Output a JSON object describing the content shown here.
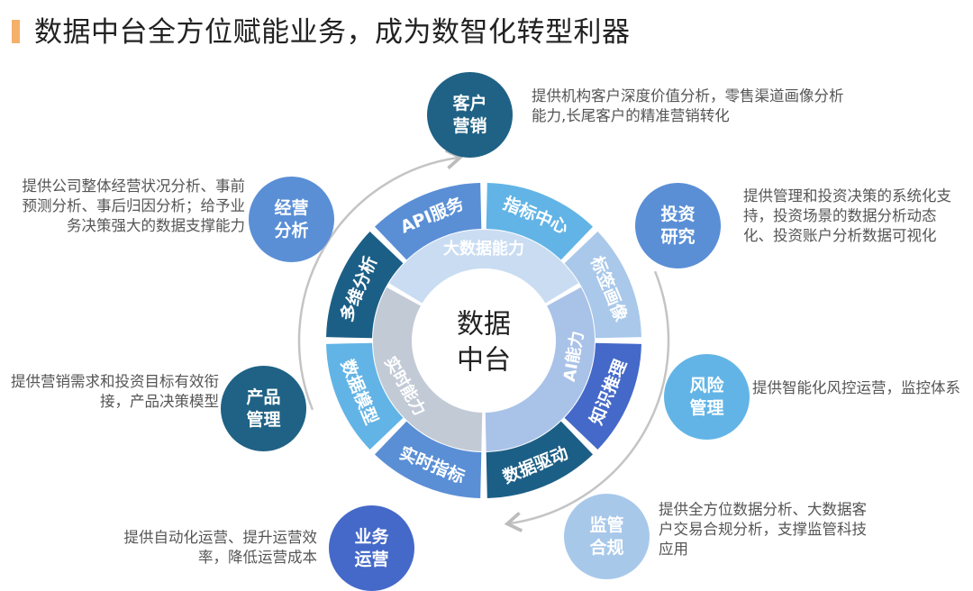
{
  "title": "数据中台全方位赋能业务，成为数智化转型利器",
  "center_label": "数据中台",
  "inner_ring": [
    {
      "label": "大数据能力",
      "color": "#c9dcf2"
    },
    {
      "label": "AI能力",
      "color": "#a9c2e8"
    },
    {
      "label": "实时能力",
      "color": "#c2cad6"
    }
  ],
  "outer_ring": [
    {
      "label": "API服务",
      "color": "#5a8fd6"
    },
    {
      "label": "指标中心",
      "color": "#62b4e6"
    },
    {
      "label": "标签画像",
      "color": "#a9c8ea"
    },
    {
      "label": "知识推理",
      "color": "#4569c9"
    },
    {
      "label": "数据驱动",
      "color": "#1c5f86"
    },
    {
      "label": "实时指标",
      "color": "#5a8fd6"
    },
    {
      "label": "数据模型",
      "color": "#62b4e6"
    },
    {
      "label": "多维分析",
      "color": "#1c5f86"
    }
  ],
  "nodes": [
    {
      "id": "customer",
      "label": "客户营销",
      "color": "#1f6285",
      "desc": "提供机构客户深度价值分析，零售渠道画像分析能力,长尾客户的精准营销转化"
    },
    {
      "id": "invest",
      "label": "投资研究",
      "color": "#5a8fd6",
      "desc": "提供管理和投资决策的系统化支持，投资场景的数据分析动态化、投资账户分析数据可视化"
    },
    {
      "id": "risk",
      "label": "风险管理",
      "color": "#62b4e6",
      "desc": "提供智能化风控运营，监控体系"
    },
    {
      "id": "compliance",
      "label": "监管合规",
      "color": "#a8c8ea",
      "desc": "提供全方位数据分析、大数据客户交易合规分析，支撑监管科技应用"
    },
    {
      "id": "operation",
      "label": "业务运营",
      "color": "#4569c9",
      "desc": "提供自动化运营、提升运营效率，降低运营成本"
    },
    {
      "id": "product",
      "label": "产品管理",
      "color": "#1f6285",
      "desc": "提供营销需求和投资目标有效衔接，产品决策模型"
    },
    {
      "id": "business",
      "label": "经营分析",
      "color": "#5a8fd6",
      "desc": "提供公司整体经营状况分析、事前预测分析、事后归因分析；给予业务决策强大的数据支撑能力"
    }
  ]
}
